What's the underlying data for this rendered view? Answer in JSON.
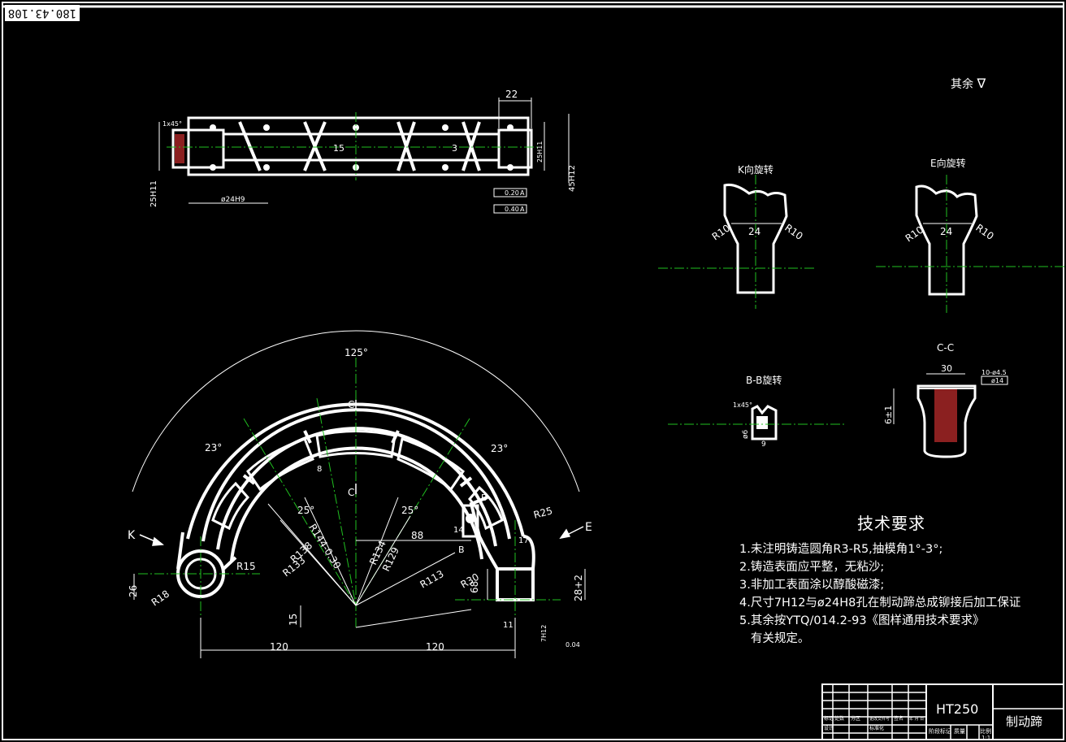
{
  "drawing_tag": "180.43.108",
  "surface_note": "其余",
  "tech_requirements": {
    "title": "技术要求",
    "items": [
      "1.未注明铸造圆角R3-R5,抽模角1°-3°;",
      "2.铸造表面应平整，无粘沙;",
      "3.非加工表面涂以醇酸磁漆;",
      "4.尺寸7H12与ø24H8孔在制动蹄总成铆接后加工保证",
      "5.其余按YTQ/014.2-93《图样通用技术要求》",
      "   有关规定。"
    ]
  },
  "title_block": {
    "material": "HT250",
    "part_name": "制动蹄",
    "head_labels": [
      "标记",
      "处数",
      "分区",
      "更改文件号",
      "签名",
      "年 月 日"
    ],
    "role_labels": [
      "设计",
      "标准化"
    ],
    "stage_labels": [
      "阶段标记",
      "质量",
      "比例"
    ],
    "scale": "1:1"
  },
  "views": {
    "k_view": "K向旋转",
    "e_view": "E向旋转",
    "bb_view": "B-B旋转",
    "cc_view": "C-C",
    "arrow_k": "K",
    "arrow_e": "E",
    "section_c": "C",
    "section_b": "B"
  },
  "dimensions": {
    "top": [
      "22",
      "15",
      "3",
      "25H11",
      "45H12",
      "25H11",
      "ø24H9",
      "0.20",
      "A",
      "0.40",
      "A",
      "1x45°"
    ],
    "side": [
      "R10",
      "24",
      "R10"
    ],
    "cc": [
      "30",
      "6±1",
      "10-ø4.5",
      "ø14"
    ],
    "bb": [
      "1x45°",
      "ø6",
      "9"
    ],
    "front": [
      "125°",
      "23°",
      "23°",
      "25°",
      "25°",
      "R144-0.30",
      "R138",
      "R133",
      "R134",
      "R129",
      "R113",
      "R30",
      "R25",
      "R15",
      "R18",
      "88",
      "14",
      "17",
      "68",
      "26",
      "15",
      "120",
      "120",
      "11",
      "28+2",
      "7H12",
      "0.04",
      "8"
    ]
  }
}
